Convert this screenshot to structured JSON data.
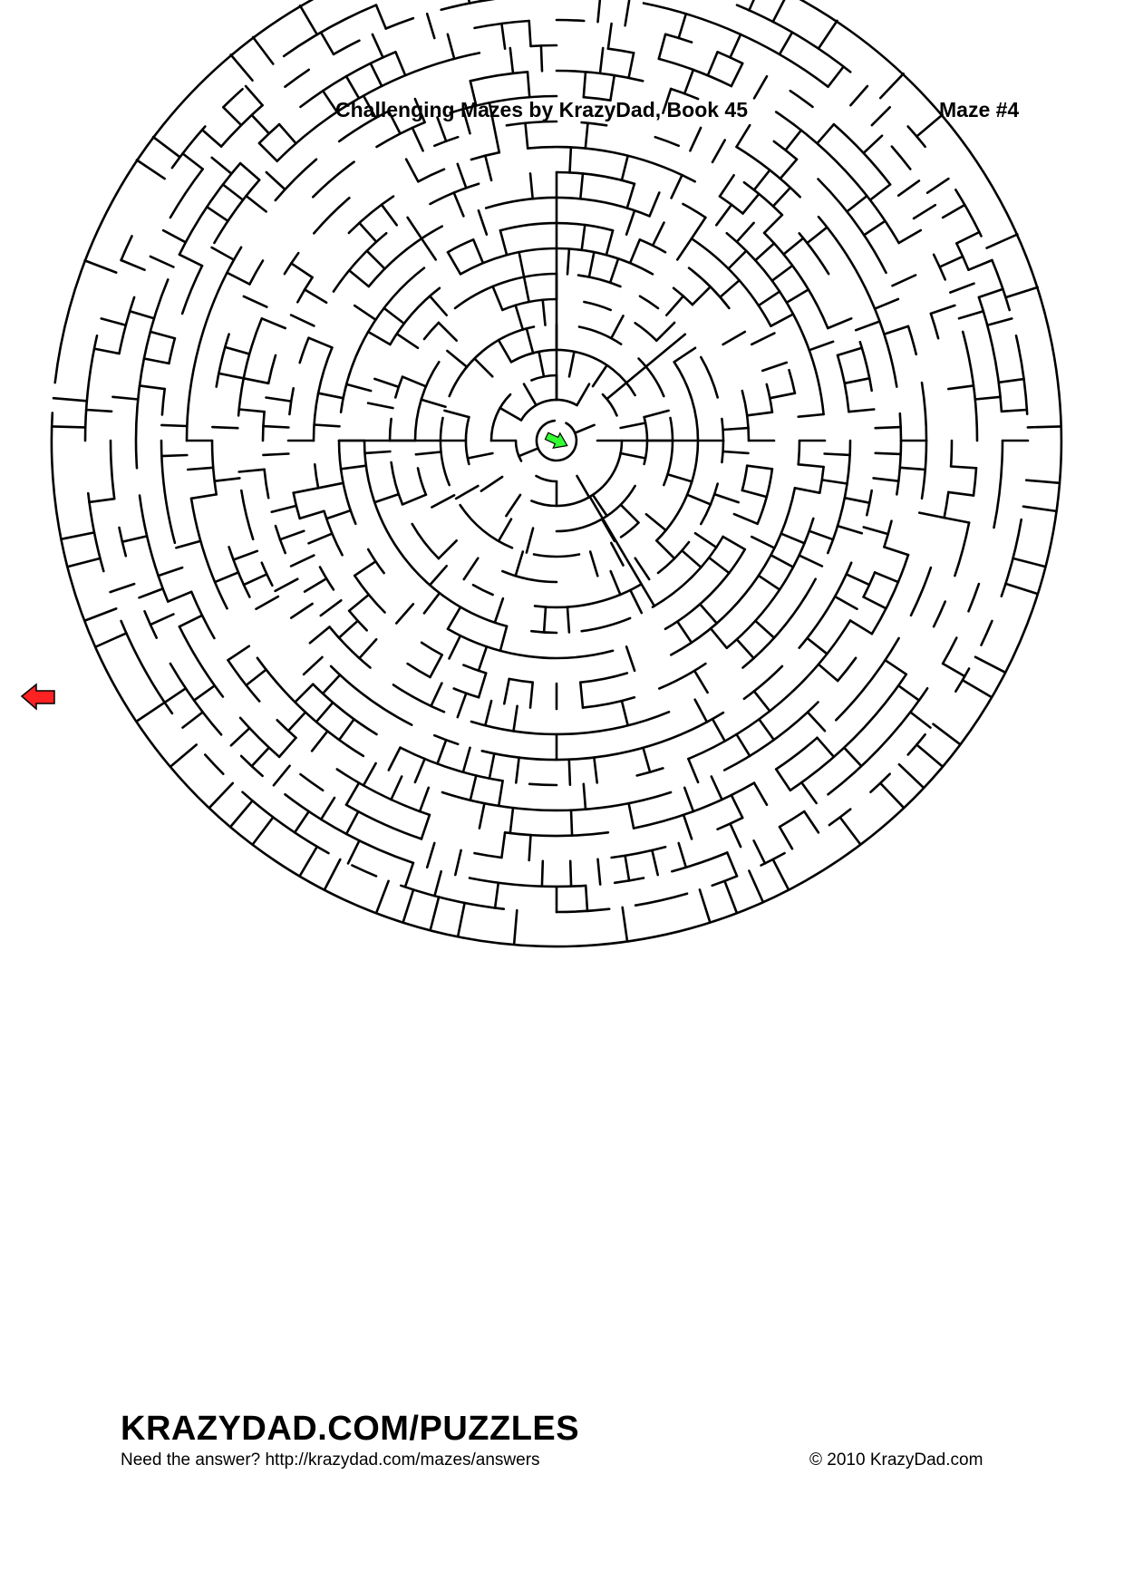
{
  "header": {
    "title": "Challenging Mazes by KrazyDad, Book 45",
    "maze_number": "Maze #4"
  },
  "maze": {
    "shape": "circular",
    "wall_color": "#000000",
    "start_marker": {
      "icon": "green-arrow-icon",
      "color": "#33ff33"
    },
    "exit_marker": {
      "icon": "red-arrow-icon",
      "color": "#ff2222"
    }
  },
  "footer": {
    "brand": "KRAZYDAD.COM/PUZZLES",
    "answer_text": "Need the answer? http://krazydad.com/mazes/answers",
    "copyright": "© 2010 KrazyDad.com"
  }
}
